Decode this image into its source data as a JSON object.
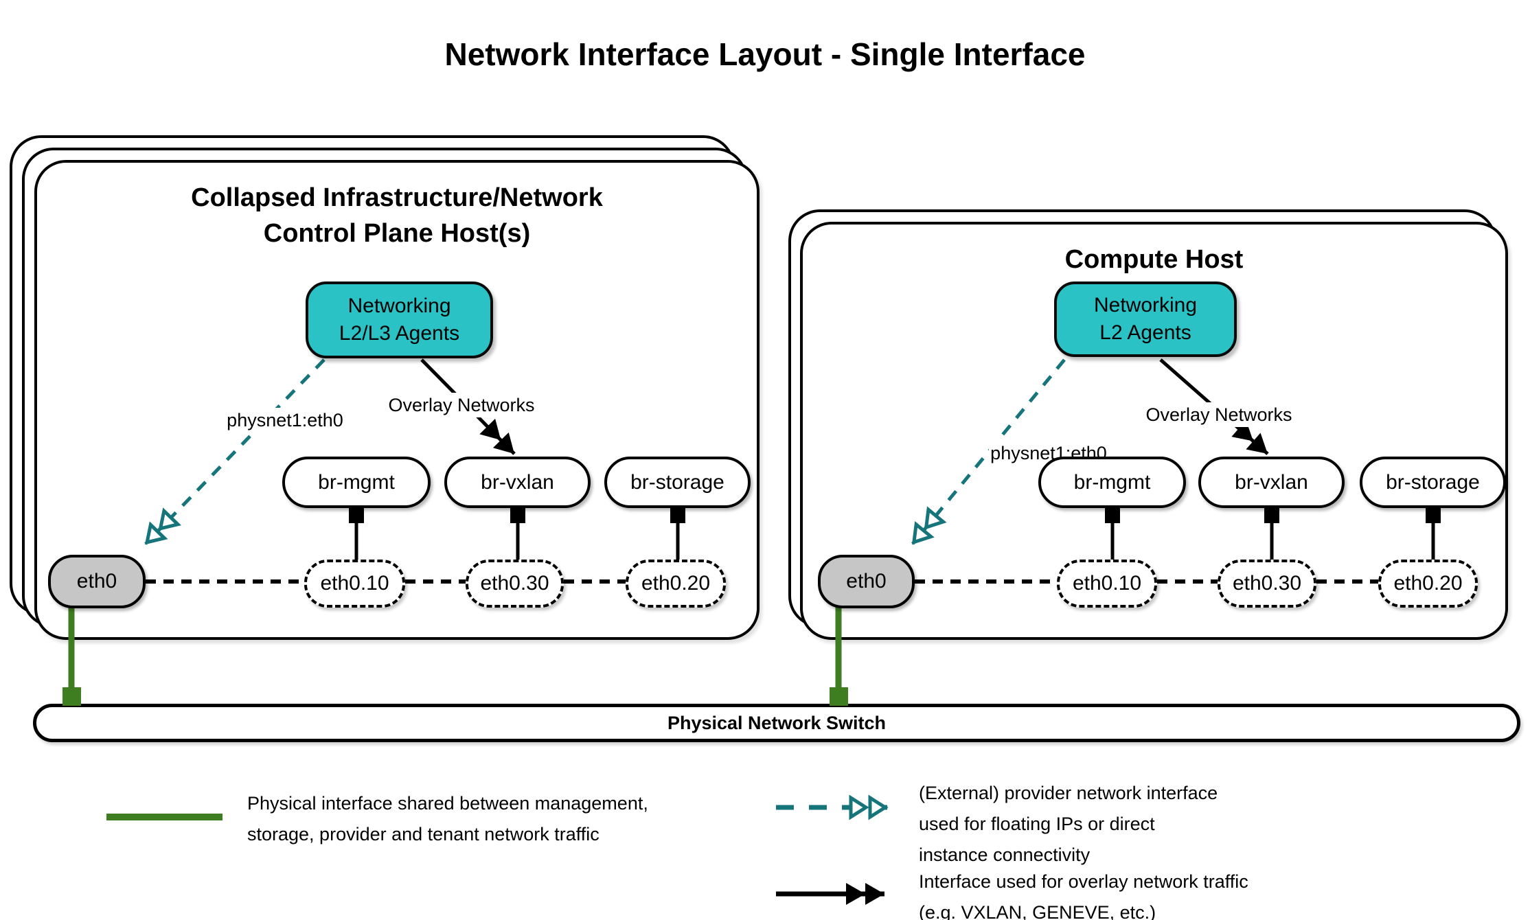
{
  "title": "Network Interface Layout - Single Interface",
  "hosts": {
    "left": {
      "title_line1": "Collapsed Infrastructure/Network",
      "title_line2": "Control Plane Host(s)",
      "agent_line1": "Networking",
      "agent_line2": "L2/L3 Agents",
      "provider_label": "physnet1:eth0",
      "overlay_label": "Overlay Networks",
      "bridges": [
        "br-mgmt",
        "br-vxlan",
        "br-storage"
      ],
      "interface": "eth0",
      "vlans": [
        "eth0.10",
        "eth0.30",
        "eth0.20"
      ]
    },
    "right": {
      "title": "Compute Host",
      "agent_line1": "Networking",
      "agent_line2": "L2 Agents",
      "provider_label": "physnet1:eth0",
      "overlay_label": "Overlay Networks",
      "bridges": [
        "br-mgmt",
        "br-vxlan",
        "br-storage"
      ],
      "interface": "eth0",
      "vlans": [
        "eth0.10",
        "eth0.30",
        "eth0.20"
      ]
    }
  },
  "switch": {
    "label": "Physical Network Switch"
  },
  "legend": {
    "physical": {
      "line1": "Physical interface shared between management,",
      "line2": "storage, provider and tenant network traffic"
    },
    "provider": {
      "line1": "(External) provider network interface",
      "line2": "used for floating IPs or direct",
      "line3": "instance connectivity"
    },
    "overlay": {
      "line1": "Interface used for overlay network traffic",
      "line2": "(e.g. VXLAN, GENEVE, etc.)"
    }
  },
  "colors": {
    "agent_fill": "#2BC2C5",
    "provider_arrow": "#16747B",
    "physical_link": "#3F7D21",
    "interface_fill": "#C6C6C6",
    "line": "#000000"
  }
}
